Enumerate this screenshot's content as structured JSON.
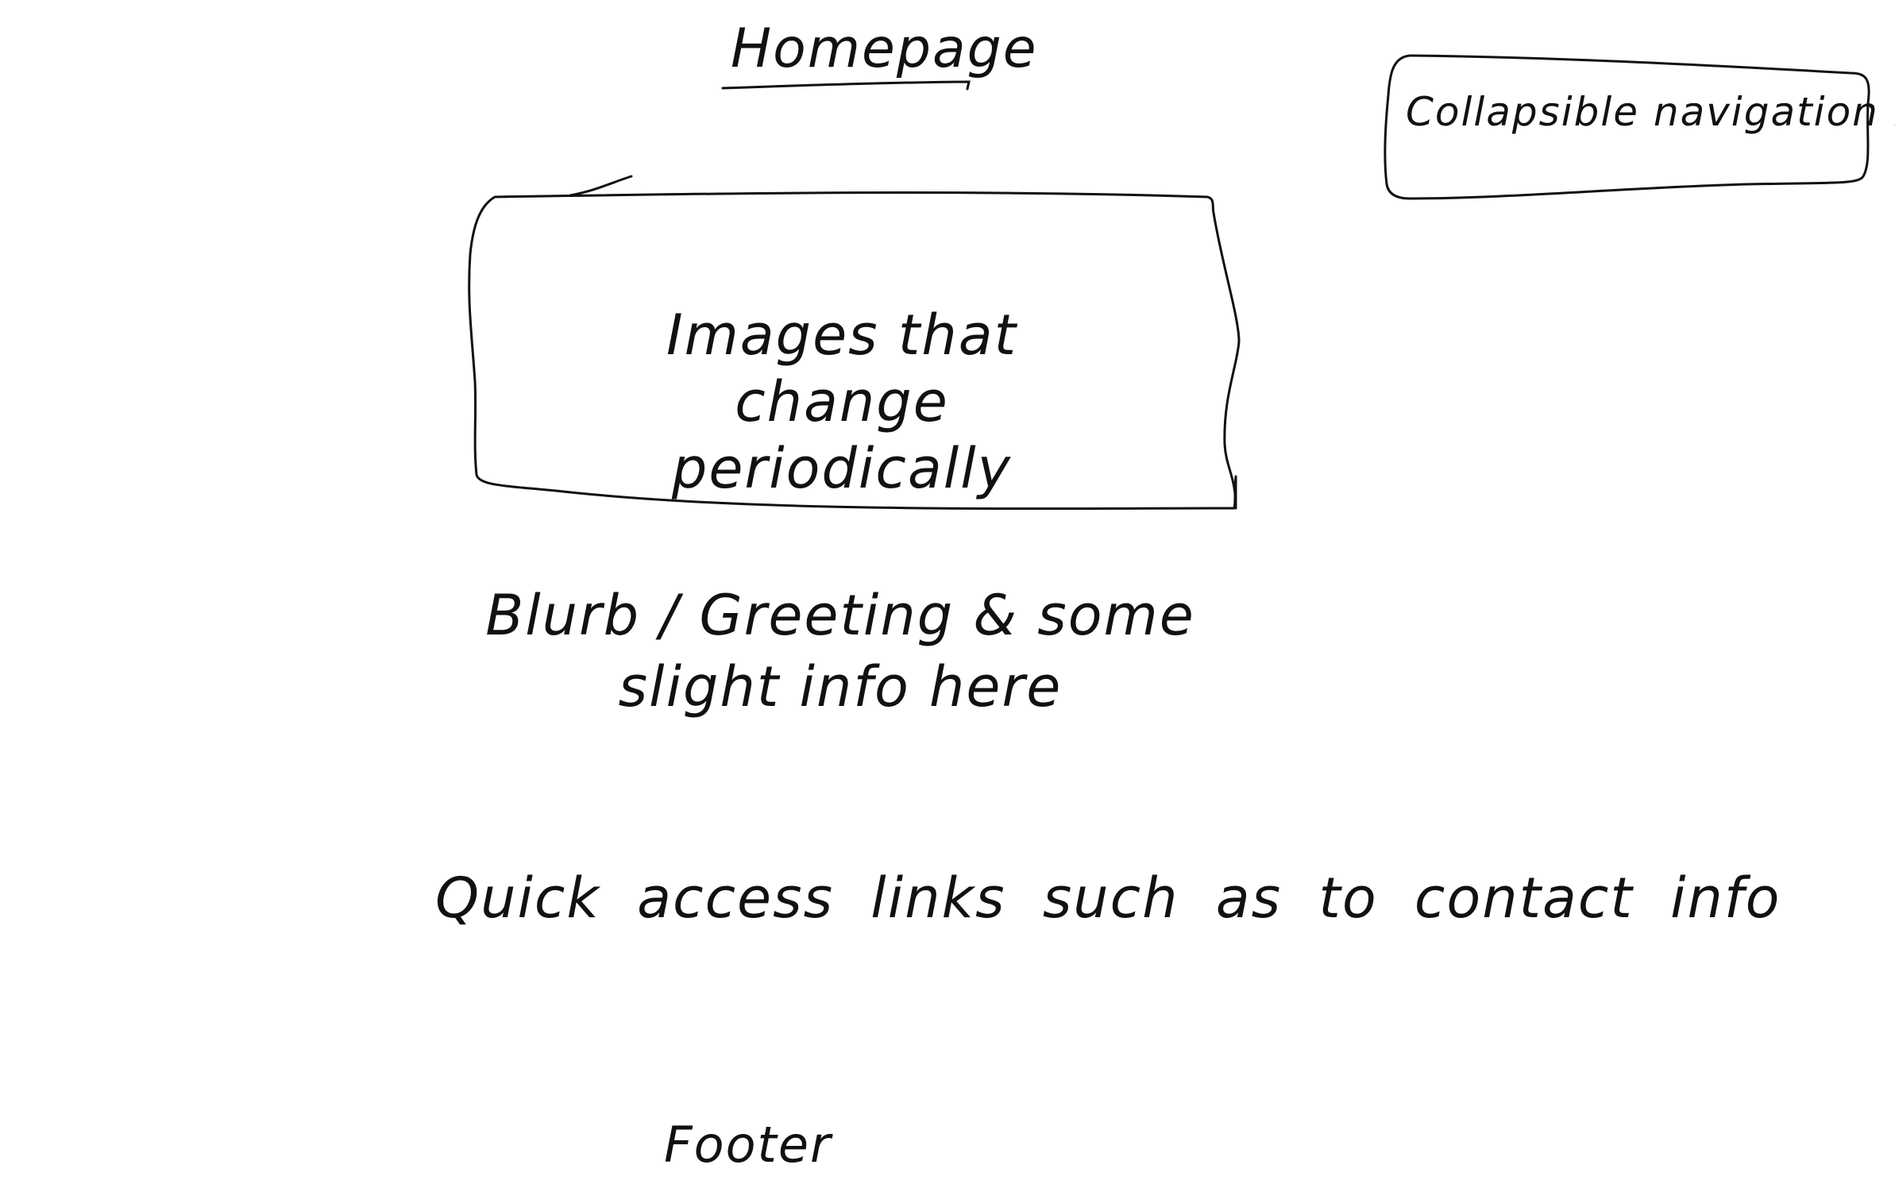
{
  "labels": {
    "title": "Homepage",
    "nav": "Collapsible navigation bar",
    "images": "Images that change periodically",
    "blurb": "Blurb / Greeting & some slight info here",
    "quick_links": "Quick access links such as to contact info",
    "footer": "Footer"
  },
  "colors": {
    "ink": "#111111",
    "background": "#ffffff"
  }
}
